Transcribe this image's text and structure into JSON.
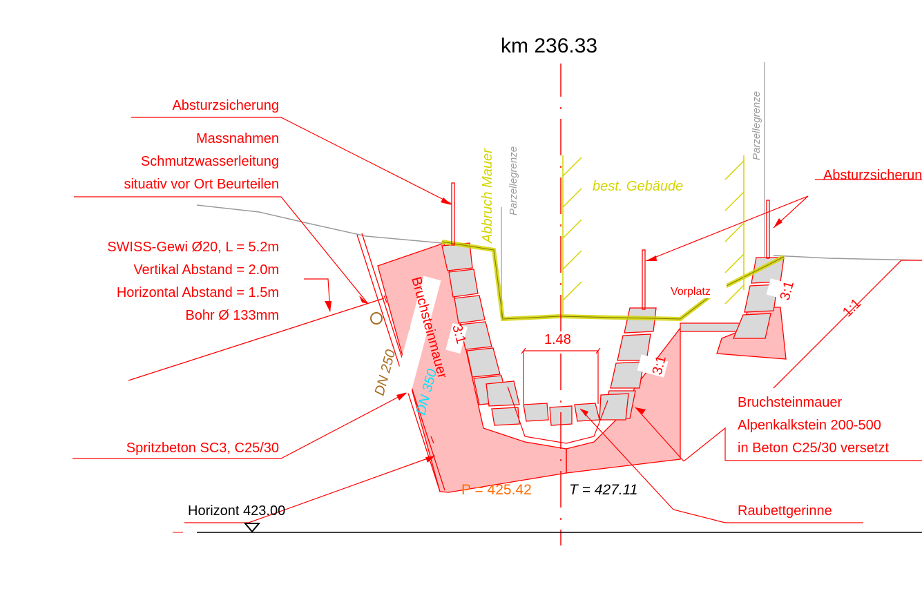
{
  "station": "km 236.33",
  "labels": {
    "absturz_left": "Absturzsicherung",
    "massnahmen_1": "Massnahmen",
    "massnahmen_2": "Schmutzwasserleitung",
    "massnahmen_3": "situativ vor Ort Beurteilen",
    "gewi_1": "SWISS-Gewi Ø20, L = 5.2m",
    "gewi_2": "Vertikal Abstand = 2.0m",
    "gewi_3": "Horizontal Abstand = 1.5m",
    "gewi_4": "Bohr Ø 133mm",
    "spritzbeton": "Spritzbeton SC3, C25/30",
    "horizont": "Horizont 423.00",
    "abbruch": "Abbruch Mauer",
    "parzelle": "Parzellegrenze",
    "gebaeude": "best. Gebäude",
    "absturz_right": "Absturzsicherung",
    "vorplatz": "Vorplatz",
    "bruchstein": "Bruchsteinmauer",
    "ratio_31": "3:1",
    "ratio_11": "1:1",
    "dim_width": "1.48",
    "dn250": "DN 250",
    "dn350": "DN 350",
    "bruch_right_1": "Bruchsteinmauer",
    "bruch_right_2": "Alpenkalkstein 200-500",
    "bruch_right_3": "in Beton C25/30 versetzt",
    "raubett": "Raubettgerinne",
    "p_value": "P = 425.42",
    "t_value": "T = 427.11"
  },
  "colors": {
    "annotation": "#ff0000",
    "concrete_fill": "#ffbcbc",
    "stone_fill": "#d9d9d9",
    "existing_building": "#d4d400",
    "parcel_line": "#9a9a9a",
    "pipe_dn250": "#a86a1e",
    "pipe_dn350": "#00e5ff",
    "p_value": "#ff6a00"
  }
}
